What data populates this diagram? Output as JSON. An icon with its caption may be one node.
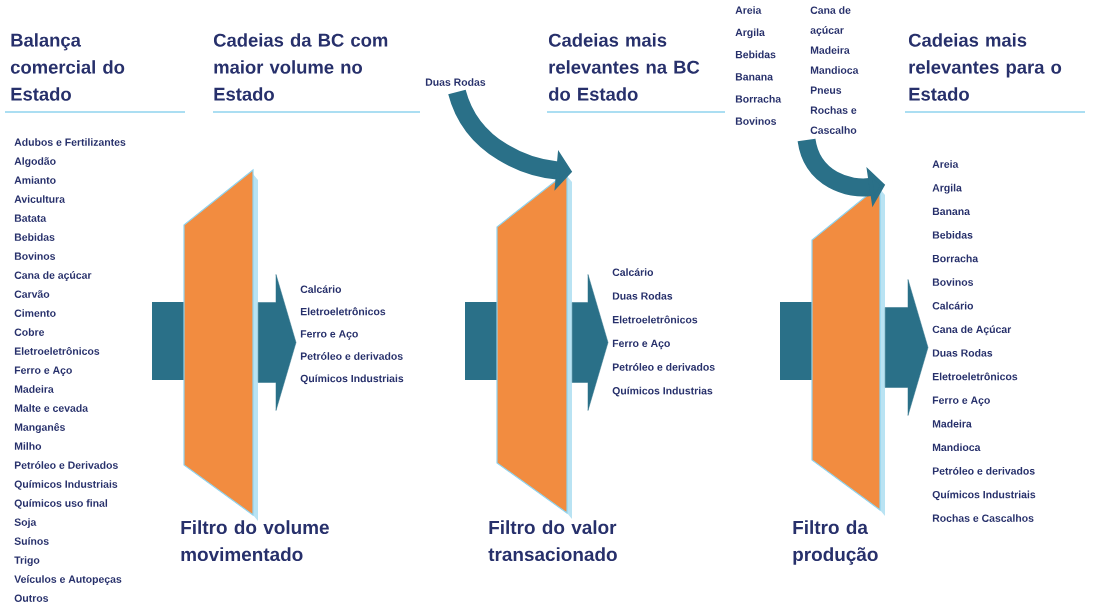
{
  "diagram": {
    "nodes": [
      {
        "text": [
          "Adubos e Fertilizantes",
          "Algodão",
          "Amianto",
          "Avicultura",
          "Batata",
          "Bebidas",
          "Bovinos",
          "Cana de açúcar",
          "Carvão",
          "Cimento",
          "Cobre",
          "Eletroeletrônicos",
          "Ferro e Aço",
          "Madeira",
          "Malte e cevada",
          "Manganês",
          "Milho",
          "Petróleo e Derivados",
          "Químicos Industriais",
          "Químicos uso final",
          "Soja",
          "Suínos",
          "Trigo",
          "Veículos e Autopeças",
          "Outros"
        ]
      },
      {
        "text": [
          "Filtro do volume movimentado"
        ]
      },
      {
        "text": [
          "Calcário",
          "Eletroeletrônicos",
          "Ferro e Aço",
          "Petróleo e derivados",
          "Químicos Industriais"
        ]
      },
      {
        "text": [
          "Duas Rodas"
        ]
      },
      {
        "text": [
          "Filtro do valor transacionado"
        ]
      },
      {
        "text": [
          "Calcário",
          "Duas Rodas",
          "Eletroeletrônicos",
          "Ferro e Aço",
          "Petróleo e derivados",
          "Químicos Industrias"
        ]
      },
      {
        "text": [
          "Areia",
          "Argila",
          "Bebidas",
          "Banana",
          "Borracha",
          "Bovinos",
          "Cana de açúcar",
          "Madeira",
          "Mandioca",
          "Pneus",
          "Rochas e Cascalho"
        ]
      },
      {
        "text": [
          "Filtro da produção"
        ]
      },
      {
        "text": [
          "Areia",
          "Argila",
          "Banana",
          "Bebidas",
          "Borracha",
          "Bovinos",
          "Calcário",
          "Cana de Açúcar",
          "Duas Rodas",
          "Eletroeletrônicos",
          "Ferro e Aço",
          "Madeira",
          "Mandioca",
          "Petróleo e derivados",
          "Químicos Industriais",
          "Rochas e Cascalhos"
        ]
      }
    ],
    "edges": [
      {
        "from": 1,
        "to": 2,
        "arrow": "to"
      },
      {
        "from": 4,
        "to": 5,
        "arrow": "to"
      },
      {
        "from": 7,
        "to": 8,
        "arrow": "to"
      },
      {
        "from": 3,
        "to": 4,
        "arrow": "to"
      },
      {
        "from": 6,
        "to": 7,
        "arrow": "to"
      }
    ],
    "labels": [
      "Balança comercial do Estado",
      "Cadeias da BC com maior volume no Estado",
      "Cadeias mais relevantes na BC do Estado",
      "Cadeias mais relevantes para o Estado"
    ]
  }
}
